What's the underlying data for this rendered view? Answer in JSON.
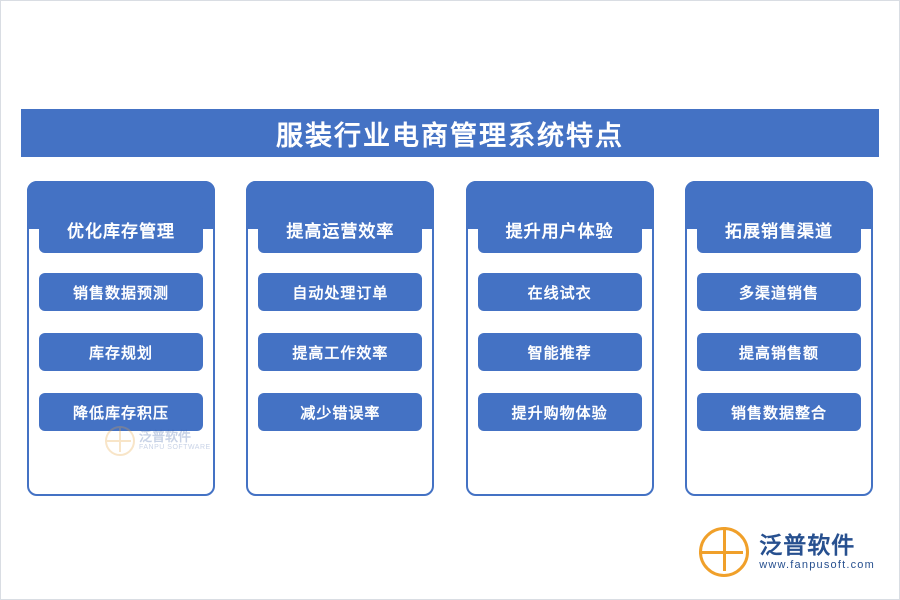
{
  "title": {
    "text": "服装行业电商管理系统特点"
  },
  "columns": [
    {
      "head": "优化库存管理",
      "items": [
        "销售数据预测",
        "库存规划",
        "降低库存积压"
      ]
    },
    {
      "head": "提高运营效率",
      "items": [
        "自动处理订单",
        "提高工作效率",
        "减少错误率"
      ]
    },
    {
      "head": "提升用户体验",
      "items": [
        "在线试衣",
        "智能推荐",
        "提升购物体验"
      ]
    },
    {
      "head": "拓展销售渠道",
      "items": [
        "多渠道销售",
        "提高销售额",
        "销售数据整合"
      ]
    }
  ],
  "watermark": {
    "cn": "泛普软件",
    "en": "FANPU SOFTWARE"
  },
  "brand": {
    "cn": "泛普软件",
    "en": "www.fanpusoft.com"
  },
  "colors": {
    "primary": "#4472c4",
    "brand_orange": "#f0a02a",
    "brand_blue": "#27508f"
  }
}
